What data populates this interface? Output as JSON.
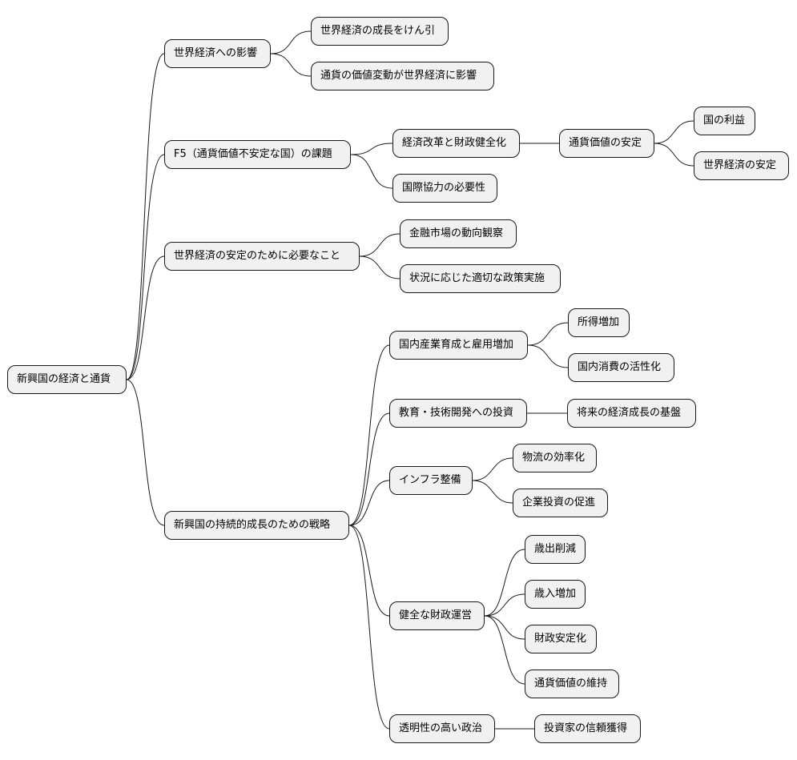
{
  "mindmap": {
    "root": "新興国の経済と通貨",
    "b1": {
      "label": "世界経済への影響",
      "c1": "世界経済の成長をけん引",
      "c2": "通貨の価値変動が世界経済に影響"
    },
    "b2": {
      "label": "F5（通貨価値不安定な国）の課題",
      "c1": "経済改革と財政健全化",
      "c1a": "通貨価値の安定",
      "c1a1": "国の利益",
      "c1a2": "世界経済の安定",
      "c2": "国際協力の必要性"
    },
    "b3": {
      "label": "世界経済の安定のために必要なこと",
      "c1": "金融市場の動向観察",
      "c2": "状況に応じた適切な政策実施"
    },
    "b4": {
      "label": "新興国の持続的成長のための戦略",
      "c1": "国内産業育成と雇用増加",
      "c1a": "所得増加",
      "c1b": "国内消費の活性化",
      "c2": "教育・技術開発への投資",
      "c2a": "将来の経済成長の基盤",
      "c3": "インフラ整備",
      "c3a": "物流の効率化",
      "c3b": "企業投資の促進",
      "c4": "健全な財政運営",
      "c4a": "歳出削減",
      "c4b": "歳入増加",
      "c4c": "財政安定化",
      "c4d": "通貨価値の維持",
      "c5": "透明性の高い政治",
      "c5a": "投資家の信頼獲得"
    }
  }
}
